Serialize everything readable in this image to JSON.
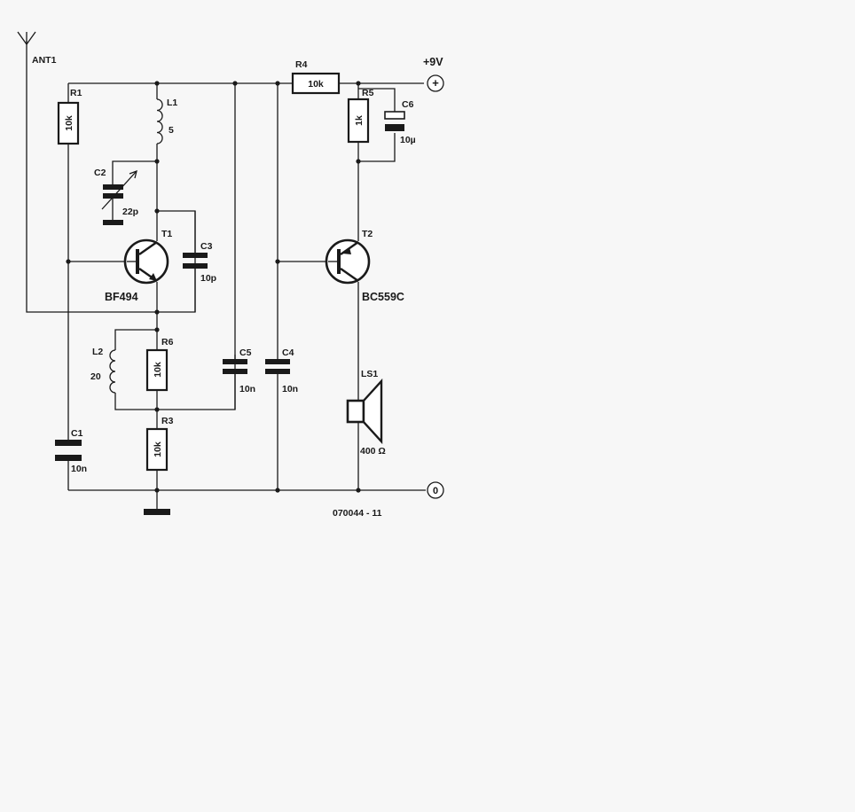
{
  "components": {
    "ant1": {
      "ref": "ANT1"
    },
    "r1": {
      "ref": "R1",
      "value": "10k"
    },
    "l1": {
      "ref": "L1",
      "value": "5"
    },
    "c2": {
      "ref": "C2",
      "value": "22p"
    },
    "t1": {
      "ref": "T1",
      "part": "BF494"
    },
    "c3": {
      "ref": "C3",
      "value": "10p"
    },
    "l2": {
      "ref": "L2",
      "value": "20"
    },
    "r6": {
      "ref": "R6",
      "value": "10k"
    },
    "r3": {
      "ref": "R3",
      "value": "10k"
    },
    "c1": {
      "ref": "C1",
      "value": "10n"
    },
    "c5": {
      "ref": "C5",
      "value": "10n"
    },
    "c4": {
      "ref": "C4",
      "value": "10n"
    },
    "r4": {
      "ref": "R4",
      "value": "10k"
    },
    "r5": {
      "ref": "R5",
      "value": "1k"
    },
    "c6": {
      "ref": "C6",
      "value": "10µ"
    },
    "t2": {
      "ref": "T2",
      "part": "BC559C"
    },
    "ls1": {
      "ref": "LS1",
      "value": "400 Ω"
    }
  },
  "terminals": {
    "supply": {
      "label": "+9V",
      "symbol": "+"
    },
    "ground": {
      "symbol": "0"
    }
  },
  "drawing_number": "070044 - 11"
}
